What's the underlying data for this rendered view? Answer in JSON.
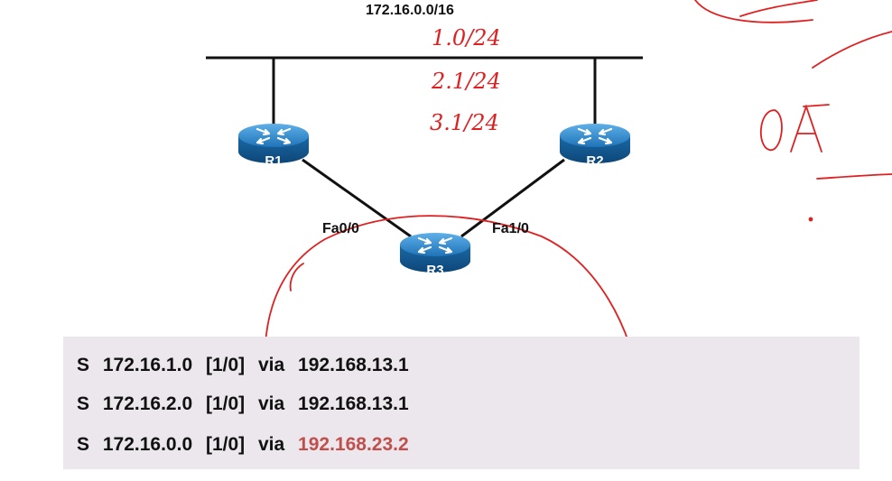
{
  "diagram": {
    "network_label": "172.16.0.0/16",
    "routers": [
      {
        "id": "r1",
        "label": "R1"
      },
      {
        "id": "r2",
        "label": "R2"
      },
      {
        "id": "r3",
        "label": "R3"
      }
    ],
    "interfaces": {
      "left": "Fa0/0",
      "right": "Fa1/0"
    }
  },
  "annotations": {
    "handwritten_notes": [
      "1.0/24",
      "2.1/24",
      "3.1/24",
      "OA"
    ],
    "ink_color": "#e02020"
  },
  "routing_table": {
    "rows": [
      {
        "code": "S",
        "network": "172.16.1.0",
        "metric": "[1/0]",
        "via": "via",
        "next_hop": "192.168.13.1",
        "highlight": false
      },
      {
        "code": "S",
        "network": "172.16.2.0",
        "metric": "[1/0]",
        "via": "via",
        "next_hop": "192.168.13.1",
        "highlight": false
      },
      {
        "code": "S",
        "network": "172.16.0.0",
        "metric": "[1/0]",
        "via": "via",
        "next_hop": "192.168.23.2",
        "highlight": true
      }
    ],
    "background": "#ece7ec",
    "highlight_color": "#c0504d"
  }
}
